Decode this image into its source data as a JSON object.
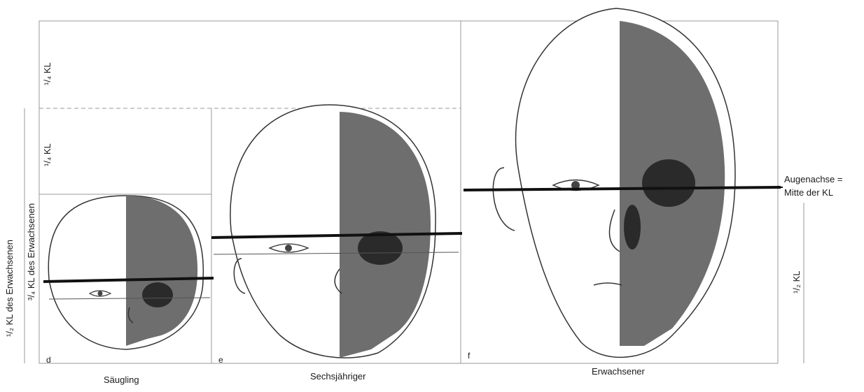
{
  "panels": [
    {
      "letter": "d",
      "caption": "Säugling"
    },
    {
      "letter": "e",
      "caption": "Sechsjähriger"
    },
    {
      "letter": "f",
      "caption": "Erwachsener"
    }
  ],
  "labels": {
    "quarter_kl_top": "¹/₄ KL",
    "quarter_kl_mid": "¹/₄ KL",
    "three_quarter_kl": "³/₄ KL des Erwachsenen",
    "half_kl_adult_left": "¹/₂ KL des Erwachsenen",
    "half_kl_right": "¹/₂ KL",
    "eye_axis_line1": "Augenachse =",
    "eye_axis_line2": "Mitte der KL"
  },
  "colors": {
    "skull_fill": "#6e6e6e",
    "skull_dark": "#2a2a2a",
    "line": "#111111",
    "guide": "#9a9a9a"
  }
}
